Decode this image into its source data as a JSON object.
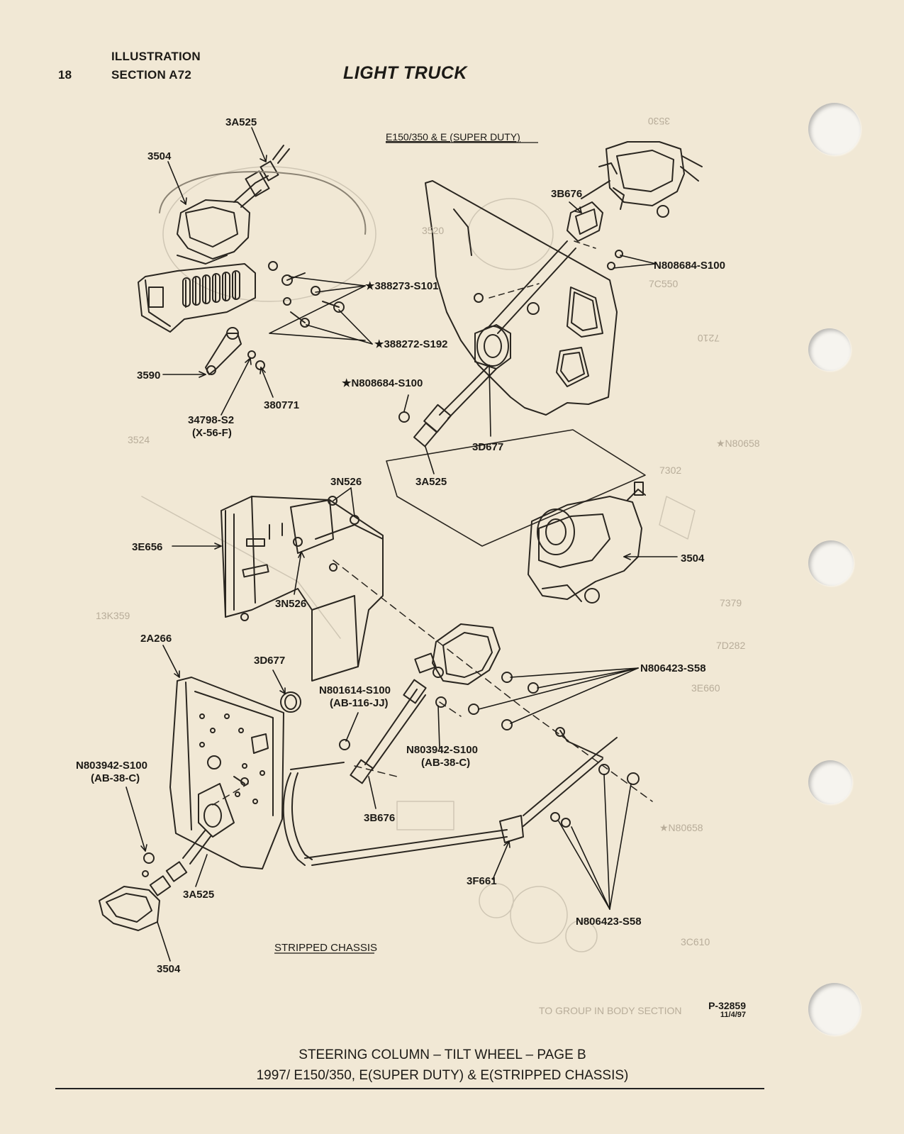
{
  "header": {
    "page_number": "18",
    "line1": "ILLUSTRATION",
    "line2": "SECTION A72",
    "title": "LIGHT TRUCK"
  },
  "diagram": {
    "section_top_label": "E150/350 & E (SUPER DUTY)",
    "section_bottom_label": "STRIPPED CHASSIS",
    "callouts": {
      "c3A525_top": "3A525",
      "c3504_top": "3504",
      "c388273": "★388273-S101",
      "c388272": "★388272-S192",
      "c3590": "3590",
      "c380771": "380771",
      "c34798a": "34798-S2",
      "c34798b": "(X-56-F)",
      "c3B676_top": "3B676",
      "cN808684_right": "N808684-S100",
      "cN808684_left": "★N808684-S100",
      "c3D677_top": "3D677",
      "c3A525_mid": "3A525",
      "c3N526_top": "3N526",
      "c3E656": "3E656",
      "c3N526_mid": "3N526",
      "c3504_mid": "3504",
      "c2A266": "2A266",
      "c3D677_bot": "3D677",
      "cN806423_top": "N806423-S58",
      "cN801614a": "N801614-S100",
      "cN801614b": "(AB-116-JJ)",
      "cN803942_mid_a": "N803942-S100",
      "cN803942_mid_b": "(AB-38-C)",
      "cN803942_left_a": "N803942-S100",
      "cN803942_left_b": "(AB-38-C)",
      "c3B676_bot": "3B676",
      "c3A525_bot": "3A525",
      "c3F661": "3F661",
      "cN806423_bot": "N806423-S58",
      "c3504_bot": "3504"
    }
  },
  "footer": {
    "part_id": "P-32859",
    "date": "11/4/97",
    "caption_line1": "STEERING COLUMN – TILT WHEEL – PAGE B",
    "caption_line2": "1997/ E150/350, E(SUPER DUTY) & E(STRIPPED CHASSIS)"
  }
}
